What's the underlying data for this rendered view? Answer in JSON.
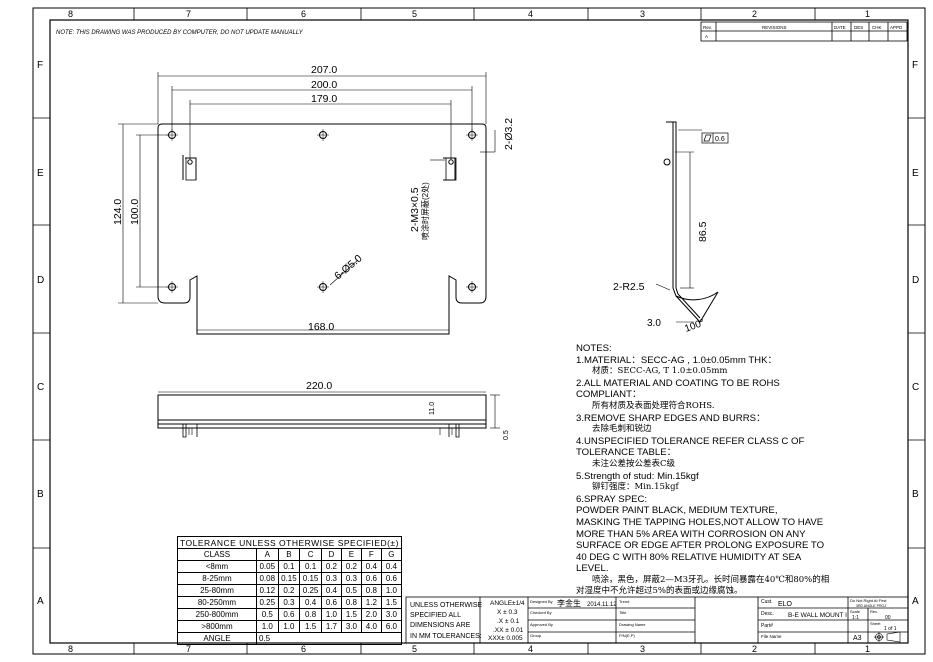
{
  "header_note": "NOTE: THIS DRAWING WAS PRODUCED BY COMPUTER, DO NOT UPDATE MANUALLY",
  "border": {
    "columns": [
      "8",
      "7",
      "6",
      "5",
      "4",
      "3",
      "2",
      "1"
    ],
    "rows": [
      "F",
      "E",
      "D",
      "C",
      "B",
      "A"
    ]
  },
  "revisions": {
    "rev_header": "Rev.",
    "revisions_header": "REVISIONS",
    "date_header": "DATE",
    "des_header": "DES",
    "chk_header": "CHK",
    "appd_header": "APPD",
    "rev_value": "A"
  },
  "dimensions": {
    "w207": "207.0",
    "w200": "200.0",
    "w179": "179.0",
    "h124": "124.0",
    "h100": "100.0",
    "w168": "168.0",
    "holes_phi5": "6-Ø5.0",
    "holes_phi32": "2-Ø3.2",
    "studs": "2-M3×0.5",
    "studs_cn": "喷涂时屏蔽(2处)",
    "w220": "220.0",
    "h11": "11.0",
    "h05": "0.5",
    "h865": "86.5",
    "radius": "2-R2.5",
    "t30": "3.0",
    "angle100": "100°",
    "flatness": "0.6"
  },
  "notes": {
    "title": "NOTES:",
    "n1": "1.MATERIAL：SECC-AG , 1.0±0.05mm THK：",
    "n1_cn": "材质：SECC-AG, T 1.0±0.05mm",
    "n2a": "2.ALL MATERIAL AND COATING TO BE ROHS",
    "n2b": "COMPLIANT：",
    "n2_cn": "所有材质及表面处理符合ROHS.",
    "n3": "3.REMOVE SHARP EDGES AND BURRS：",
    "n3_cn": "去除毛刺和锐边",
    "n4a": "4.UNSPECIFIED TOLERANCE REFER CLASS C OF",
    "n4b": "TOLERANCE TABLE：",
    "n4_cn": "未注公差按公差表C级",
    "n5": "5.Strength of stud: Min.15kgf",
    "n5_cn": "铆钉强度：Min.15kgf",
    "n6": "6.SPRAY SPEC:",
    "n6a": "  POWDER PAINT BLACK, MEDIUM TEXTURE,",
    "n6b": "MASKING THE TAPPING HOLES,NOT ALLOW TO HAVE",
    "n6c": "MORE THAN 5% AREA WITH CORROSION ON ANY",
    "n6d": "SURFACE OR EDGE AFTER PROLONG EXPOSURE TO",
    "n6e": "40 DEG C WITH 80% RELATIVE HUMIDITY AT SEA",
    "n6f": "LEVEL.",
    "n6_cn1": "喷涂，黑色，屏蔽2—M3牙孔。长时间暴露在40℃和80%的相",
    "n6_cn2": "对湿度中不允许超过5%的表面或边缘腐蚀。"
  },
  "tolerance": {
    "title": "TOLERANCE UNLESS OTHERWISE SPECIFIED(±)",
    "header": [
      "CLASS",
      "A",
      "B",
      "C",
      "D",
      "E",
      "F",
      "G"
    ],
    "rows": [
      [
        "<8mm",
        "0.05",
        "0.1",
        "0.1",
        "0.2",
        "0.2",
        "0.4",
        "0.4"
      ],
      [
        "8-25mm",
        "0.08",
        "0.15",
        "0.15",
        "0.3",
        "0.3",
        "0.6",
        "0.6"
      ],
      [
        "25-80mm",
        "0.12",
        "0.2",
        "0.25",
        "0.4",
        "0.5",
        "0.8",
        "1.0"
      ],
      [
        "80-250mm",
        "0.25",
        "0.3",
        "0.4",
        "0.6",
        "0.8",
        "1.2",
        "1.5"
      ],
      [
        "250-800mm",
        "0.5",
        "0.6",
        "0.8",
        "1.0",
        "1.5",
        "2.0",
        "3.0"
      ],
      [
        ">800mm",
        "1.0",
        "1.0",
        "1.5",
        "1.7",
        "3.0",
        "4.0",
        "6.0"
      ]
    ],
    "angle_label": "ANGLE",
    "angle_value": "0.5"
  },
  "title_block": {
    "unless1": "UNLESS OTHERWISE",
    "unless2": "SPECIFIED ALL",
    "unless3": "DIMENSIONS ARE",
    "unless4": "IN MM TOLERANCES:",
    "tol_angle": "ANGLE±1/4",
    "tol_x": "X   ± 0.3",
    "tol_xx": ".X  ±  0.1",
    "tol_xxx": ".XX ±  0.01",
    "tol_xxxx": "XXX±  0.005",
    "designed_by_label": "Designed By",
    "designed_by_value": "李金生",
    "designed_date": "2014.11.12",
    "checked_by_label": "Checked By",
    "approved_by_label": "Approved By",
    "group_label": "Group",
    "trend_label": "Trend",
    "title_label": "Title",
    "drawing_name_label": "Drawing Name",
    "pn_label": "P/N(E.P)",
    "cust_label": "Cust.",
    "cust_value": "ELO",
    "desc_label": "Desc.",
    "desc_value": "B-E WALL MOUNT I",
    "part_label": "Part#",
    "file_label": "File Name",
    "third_angle": "Do Not Right At First",
    "third_angle2": "3RD ANGLE PROJ",
    "scale_label": "Scale",
    "scale_value": "1:1",
    "rev_label": "Rev.",
    "rev_value": "00",
    "sheet_label": "Sheet",
    "sheet_value": "1 of 1",
    "size_value": "A3"
  }
}
